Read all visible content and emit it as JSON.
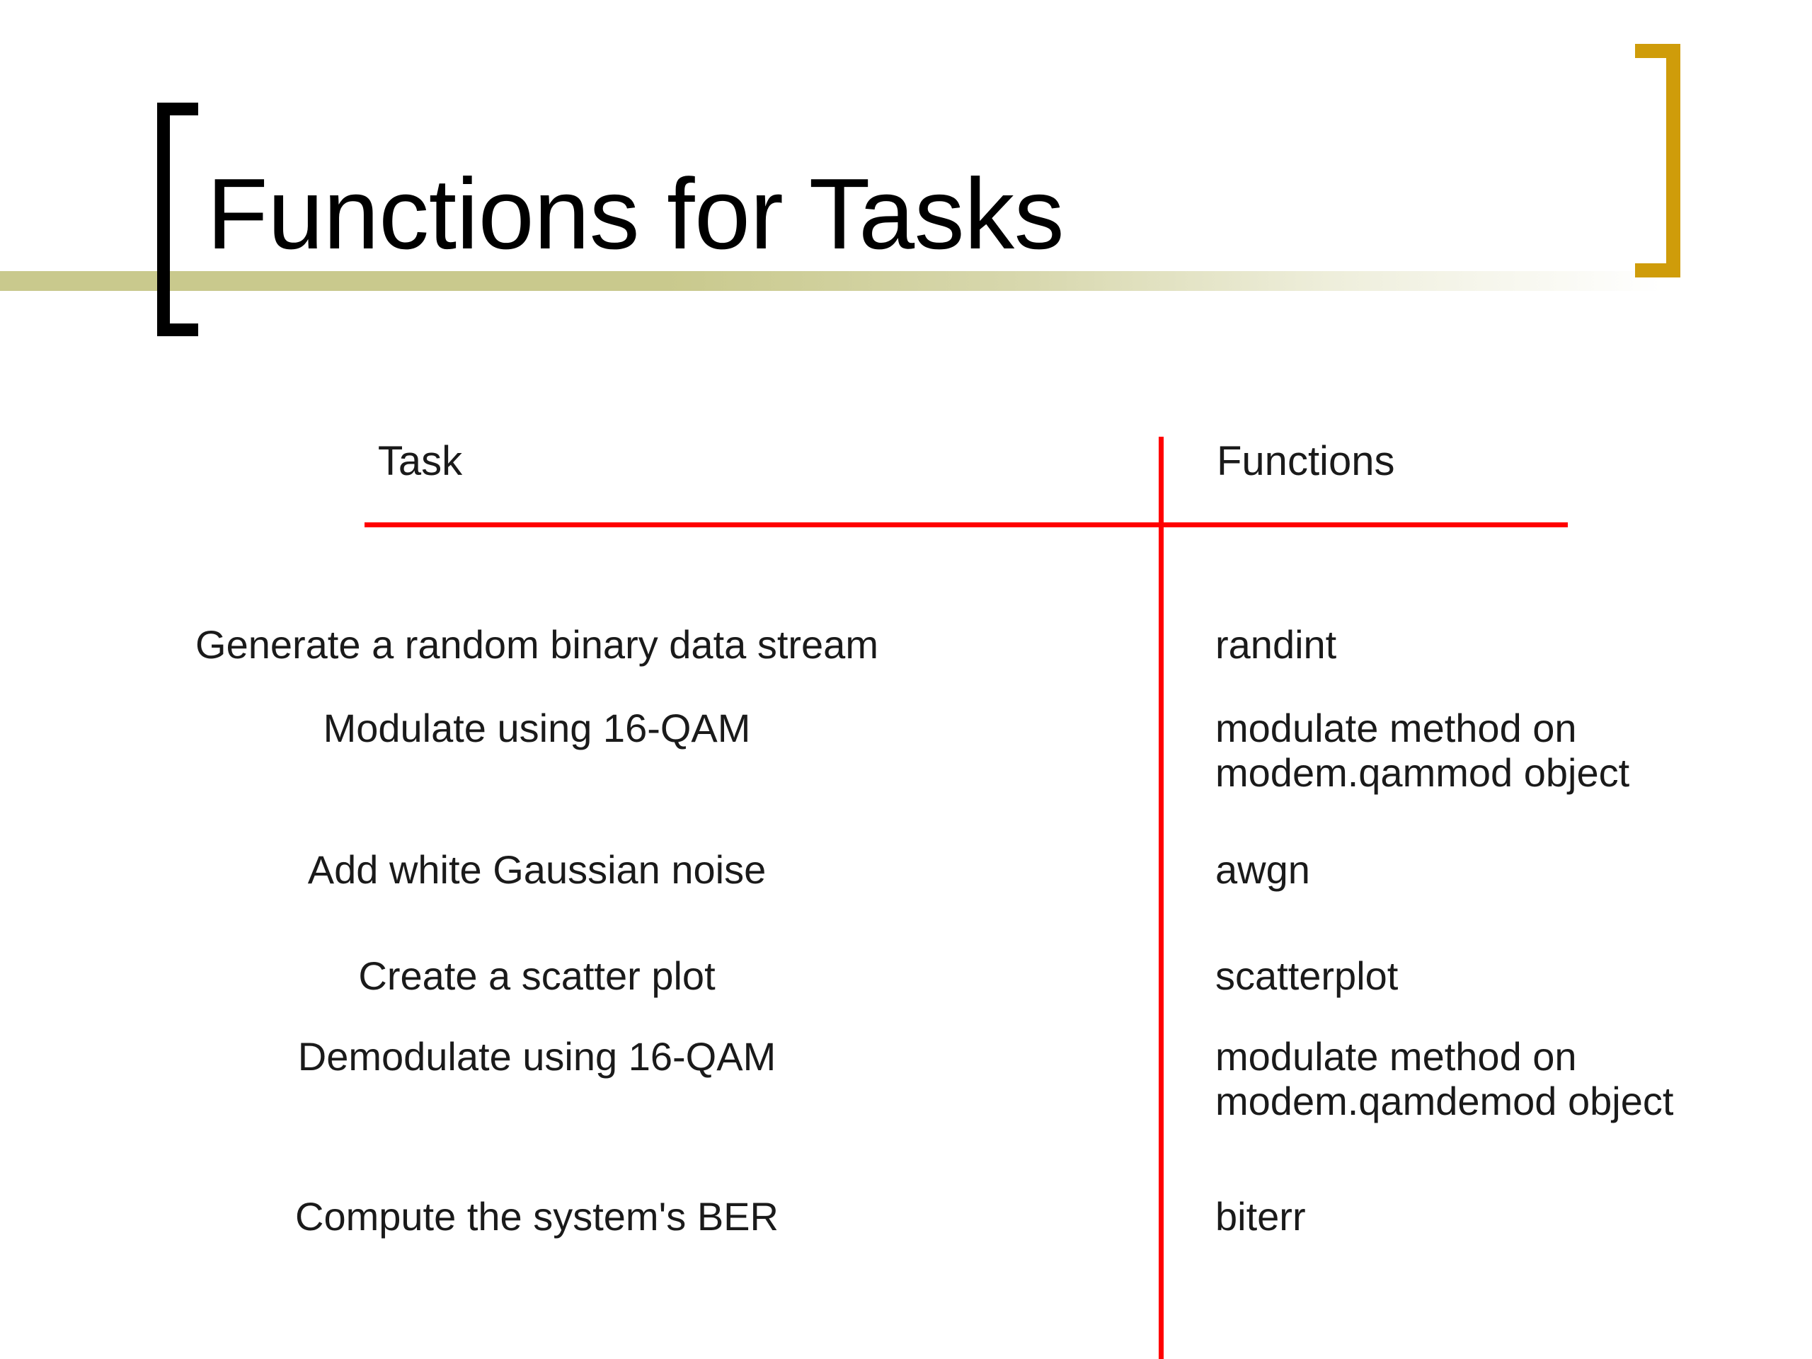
{
  "slide": {
    "title": "Functions for Tasks",
    "background_color": "#ffffff",
    "decorations": {
      "left_bracket_color": "#000000",
      "right_bracket_color": "#cf9c0a",
      "title_band_color": "#c9c98d",
      "rule_color": "#ff0000"
    }
  },
  "table": {
    "headers": {
      "task": "Task",
      "functions": "Functions"
    },
    "rows": [
      {
        "task": "Generate a random binary data stream",
        "functions": "randint"
      },
      {
        "task": "Modulate using 16-QAM",
        "functions": "modulate method on\nmodem.qammod object"
      },
      {
        "task": "Add white Gaussian noise",
        "functions": "awgn"
      },
      {
        "task": "Create a scatter plot",
        "functions": "scatterplot"
      },
      {
        "task": "Demodulate using 16-QAM",
        "functions": "modulate method on\nmodem.qamdemod object"
      },
      {
        "task": "Compute the system's BER",
        "functions": "biterr"
      }
    ]
  }
}
